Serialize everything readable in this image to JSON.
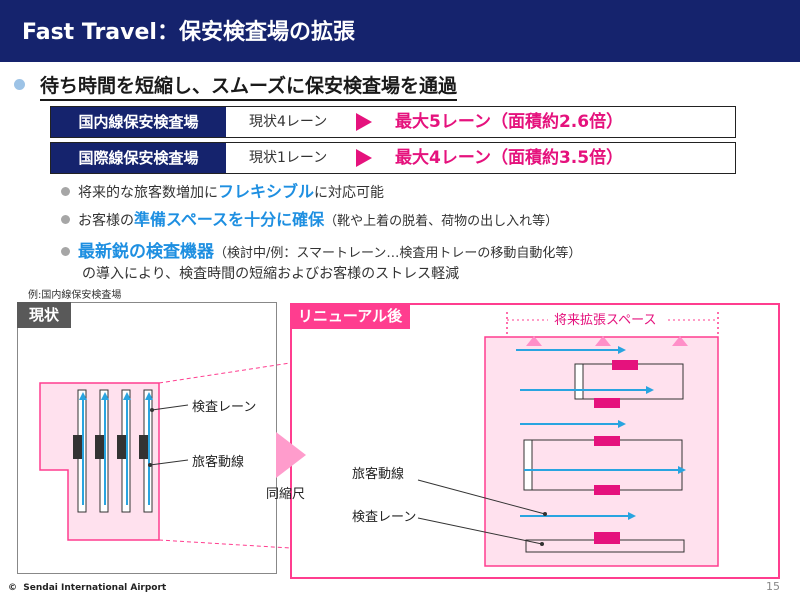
{
  "header": {
    "title": "Fast Travel：保安検査場の拡張"
  },
  "headline": "待ち時間を短縮し、スムーズに保安検査場を通過",
  "rows": [
    {
      "label": "国内線保安検査場",
      "current": "現状4レーン",
      "result": "最大5レーン（面積約2.6倍）"
    },
    {
      "label": "国際線保安検査場",
      "current": "現状1レーン",
      "result": "最大4レーン（面積約3.5倍）"
    }
  ],
  "points": [
    {
      "pre": "将来的な旅客数増加に",
      "em": "フレキシブル",
      "post": "に対応可能"
    },
    {
      "pre": "お客様の",
      "em": "準備スペースを十分に確保",
      "post": "（靴や上着の脱着、荷物の出し入れ等）"
    },
    {
      "pre": "",
      "em": "最新鋭の検査機器",
      "post": "（検討中/例：スマートレーン…検査用トレーの移動自動化等）",
      "line2": "の導入により、検査時間の短縮およびお客様のストレス軽減"
    }
  ],
  "diagram": {
    "example_label": "例:国内線保安検査場",
    "current_badge": "現状",
    "renewal_badge": "リニューアル後",
    "future_space": "将来拡張スペース",
    "same_scale": "同縮尺",
    "left_lane_label": "検査レーン",
    "left_flow_label": "旅客動線",
    "right_flow_label": "旅客動線",
    "right_lane_label": "検査レーン",
    "current_lanes": 4,
    "renewal_lanes": 5
  },
  "colors": {
    "navy": "#15236d",
    "pink": "#e5127d",
    "light_pink": "#ff8fc8",
    "blue": "#1e8fe1"
  },
  "footer": {
    "brand": "Sendai International Airport",
    "page": "15"
  }
}
